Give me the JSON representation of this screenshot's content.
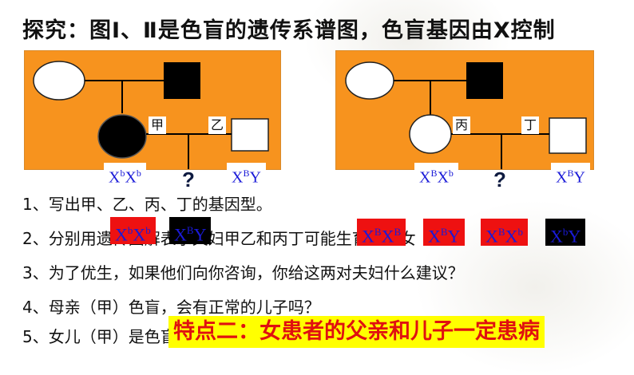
{
  "title": "探究：图Ⅰ、Ⅱ是色盲的遗传系谱图，色盲基因由X控制",
  "diagram1": {
    "mother_label": "甲",
    "father_label": "乙",
    "mother_genotype": {
      "base1": "X",
      "sup1": "b",
      "base2": "X",
      "sup2": "b"
    },
    "father_genotype": {
      "base1": "X",
      "sup1": "B",
      "base2": "Y"
    },
    "child": "?"
  },
  "diagram2": {
    "mother_label": "丙",
    "father_label": "丁",
    "mother_genotype": {
      "base1": "X",
      "sup1": "B",
      "base2": "X",
      "sup2": "b"
    },
    "father_genotype": {
      "base1": "X",
      "sup1": "B",
      "base2": "Y"
    },
    "child": "?"
  },
  "questions": {
    "q1": "1、写出甲、乙、丙、丁的基因型。",
    "q2": "2、分别用遗传图解表示夫妇甲乙和丙丁可能生育的子女",
    "q3": "3、为了优生，如果他们向你咨询，你给这两对夫妇什么建议？",
    "q4": "4、母亲（甲）色盲，会有正常的儿子吗？",
    "q5": "5、女儿（甲）是色盲，其父亲一定是色盲吗？"
  },
  "chips": [
    {
      "base1": "X",
      "sup1": "b",
      "base2": "X",
      "sup2": "b",
      "color": "#ee1111"
    },
    {
      "base1": "X",
      "sup1": "B",
      "base2": "Y",
      "sup2": "",
      "color": "#000000"
    },
    {
      "base1": "X",
      "sup1": "B",
      "base2": "X",
      "sup2": "B",
      "color": "#ee1111"
    },
    {
      "base1": "X",
      "sup1": "B",
      "base2": "Y",
      "sup2": "",
      "color": "#ee1111"
    },
    {
      "base1": "X",
      "sup1": "B",
      "base2": "X",
      "sup2": "b",
      "color": "#ee1111"
    },
    {
      "base1": "X",
      "sup1": "b",
      "base2": "Y",
      "sup2": "",
      "color": "#000000"
    }
  ],
  "banner": "特点二：女患者的父亲和儿子一定患病",
  "colors": {
    "panel": "#f7931e",
    "genotype_text": "#1a1ad8",
    "banner_bg": "#ffff00",
    "banner_text": "#e01010"
  }
}
